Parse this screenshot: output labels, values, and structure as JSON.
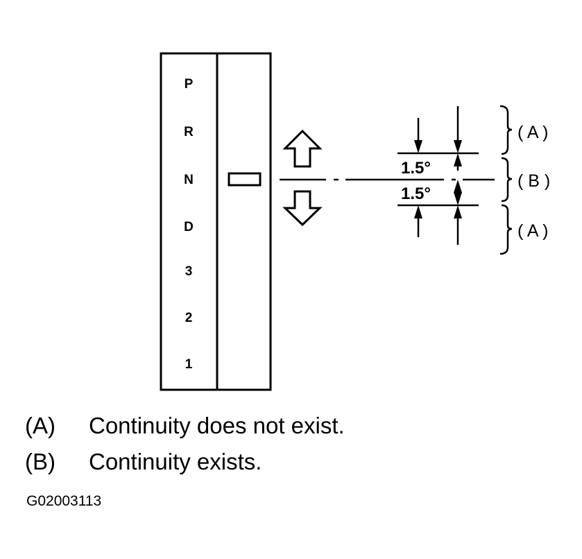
{
  "selector": {
    "positions": [
      "P",
      "R",
      "N",
      "D",
      "3",
      "2",
      "1"
    ]
  },
  "angles": {
    "upper": "1.5°",
    "lower": "1.5°"
  },
  "zones": {
    "upper": "( A )",
    "middle": "( B )",
    "lower": "( A )"
  },
  "legend": [
    {
      "key": "(A)",
      "text": "Continuity does not exist."
    },
    {
      "key": "(B)",
      "text": "Continuity exists."
    }
  ],
  "figure_id": "G02003113"
}
